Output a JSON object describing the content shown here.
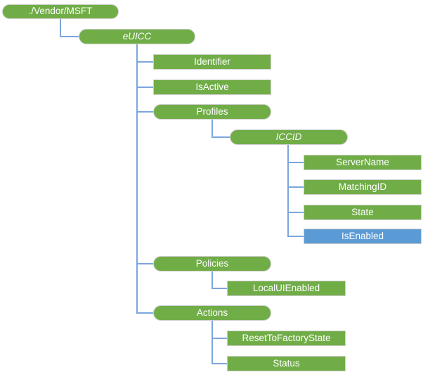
{
  "colors": {
    "node_green": "#70AD47",
    "node_blue": "#5B9BD5",
    "node_border": "#CFCECB",
    "connector_blue": "#7CA6DC",
    "text": "#FFFFFF",
    "background": "#FFFFFF"
  },
  "nodes": [
    {
      "id": "vendor-msft",
      "label": "./Vendor/MSFT",
      "shape": "rounded",
      "fill": "green",
      "italic": false,
      "parent": null
    },
    {
      "id": "euicc",
      "label": "eUICC",
      "shape": "rounded",
      "fill": "green",
      "italic": true,
      "parent": "vendor-msft"
    },
    {
      "id": "identifier",
      "label": "Identifier",
      "shape": "rectangle",
      "fill": "green",
      "italic": false,
      "parent": "euicc"
    },
    {
      "id": "isactive",
      "label": "IsActive",
      "shape": "rectangle",
      "fill": "green",
      "italic": false,
      "parent": "euicc"
    },
    {
      "id": "profiles",
      "label": "Profiles",
      "shape": "rounded",
      "fill": "green",
      "italic": false,
      "parent": "euicc"
    },
    {
      "id": "iccid",
      "label": "ICCID",
      "shape": "rounded",
      "fill": "green",
      "italic": true,
      "parent": "profiles"
    },
    {
      "id": "servername",
      "label": "ServerName",
      "shape": "rectangle",
      "fill": "green",
      "italic": false,
      "parent": "iccid"
    },
    {
      "id": "matchingid",
      "label": "MatchingID",
      "shape": "rectangle",
      "fill": "green",
      "italic": false,
      "parent": "iccid"
    },
    {
      "id": "state",
      "label": "State",
      "shape": "rectangle",
      "fill": "green",
      "italic": false,
      "parent": "iccid"
    },
    {
      "id": "isenabled",
      "label": "IsEnabled",
      "shape": "rectangle",
      "fill": "blue",
      "italic": false,
      "parent": "iccid"
    },
    {
      "id": "policies",
      "label": "Policies",
      "shape": "rounded",
      "fill": "green",
      "italic": false,
      "parent": "euicc"
    },
    {
      "id": "localuienabled",
      "label": "LocalUIEnabled",
      "shape": "rectangle",
      "fill": "green",
      "italic": false,
      "parent": "policies"
    },
    {
      "id": "actions",
      "label": "Actions",
      "shape": "rounded",
      "fill": "green",
      "italic": false,
      "parent": "euicc"
    },
    {
      "id": "resettofactorystate",
      "label": "ResetToFactoryState",
      "shape": "rectangle",
      "fill": "green",
      "italic": false,
      "parent": "actions"
    },
    {
      "id": "status",
      "label": "Status",
      "shape": "rectangle",
      "fill": "green",
      "italic": false,
      "parent": "actions"
    }
  ]
}
